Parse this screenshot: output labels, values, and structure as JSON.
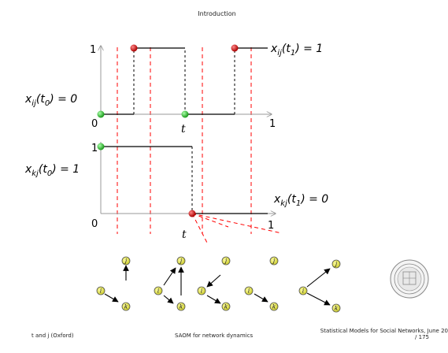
{
  "header": {
    "title": "Introduction"
  },
  "diagram": {
    "top_plot": {
      "y_tick": "1",
      "x_origin": "0",
      "x_end": "1",
      "t_label": "t",
      "left_label": "x_{ij}(t_0) = 0",
      "right_label": "x_{ij}(t_1) = 1"
    },
    "bottom_plot": {
      "y_tick_top": "1",
      "y_tick_bottom": "0",
      "x_end": "1",
      "t_label": "t",
      "left_label": "x_{kj}(t_0) = 1",
      "right_label": "x_{kj}(t_1) = 0"
    },
    "nodes": {
      "i": "i",
      "j": "j",
      "k": "k"
    },
    "colors": {
      "red_dash": "#ff0000",
      "green_dot": "#22bb22",
      "red_dot": "#cc0000",
      "node_fill": "#e8e84a",
      "axis": "#999999"
    }
  },
  "seal": {
    "icon": "university-seal-icon"
  },
  "footer": {
    "left": "t and j  (Oxford)",
    "center": "SAOM for network dynamics",
    "right": "Statistical Models for Social Networks, June 20",
    "page": "/ 175"
  }
}
